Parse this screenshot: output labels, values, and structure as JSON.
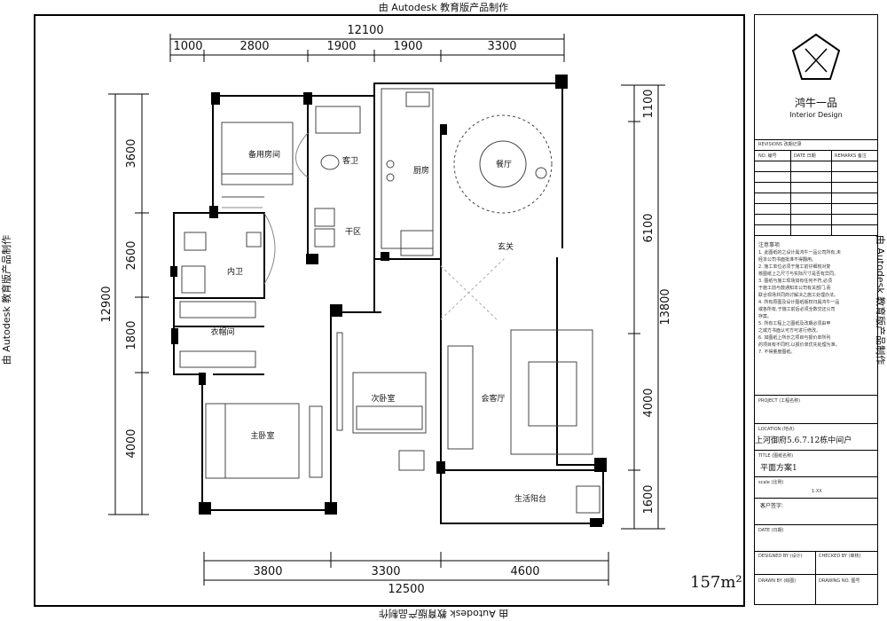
{
  "watermark": "由 Autodesk 教育版产品制作",
  "dimensions": {
    "top_total": "12100",
    "top": [
      "1000",
      "2800",
      "1900",
      "1900",
      "3300"
    ],
    "bottom_total": "12500",
    "bottom": [
      "3800",
      "3300",
      "4600"
    ],
    "left_total": "12900",
    "left": [
      "3600",
      "2600",
      "1800",
      "4000"
    ],
    "right_total": "13800",
    "right": [
      "1100",
      "6100",
      "4000",
      "1600"
    ]
  },
  "rooms": {
    "guest_bedroom": "备用房间",
    "guest_bath": "客卫",
    "kitchen": "厨房",
    "dining": "餐厅",
    "dry_area": "干区",
    "entry": "玄关",
    "inner_bath": "内卫",
    "cloakroom": "衣帽间",
    "second_bedroom": "次卧室",
    "living": "会客厅",
    "master_bedroom": "主卧室",
    "balcony": "生活阳台"
  },
  "area": "157m²",
  "titleblock": {
    "brand": "鸿牛一品",
    "brand_en": "Interior Design",
    "revisions": "REVISIONS 改期记录",
    "col_no": "NO. 编号",
    "col_date": "DATE 日期",
    "col_remarks": "REMARKS 备注",
    "notes_title": "注意事项",
    "notes": [
      "1. 此图纸的之设计属鸿牛一品公司所有,未",
      "经本公司书面批准不得翻用。",
      "2. 施工单位必须于施工前仔细核对复",
      "核图纸上之尺寸与实际尺寸是否有异同。",
      "3. 图纸与施工现场如有任何不符,必须",
      "于施工前与鼓通知本公司有关部门,而",
      "联合现场共同商讨解决之施工处理办法。",
      "4. 所有原图及设计图纸版权归属鸿牛一品",
      "或各所有,于施工前后必须全数交还公司",
      "存案。",
      "5. 所有工程上之图纸及改期必须由甲",
      "之或方书面认可方可进行修改。",
      "6. 如图纸上所示之项目与报价单所列",
      "的项目有不同时,以报价单优先处理为准。",
      "7. 不得量度图纸。"
    ],
    "project_label": "PROJECT (工程名称)",
    "location_label": "LOCATION (地点)",
    "location": "上河御府5.6.7.12栋中间户",
    "title_label": "TITLE (图纸名称)",
    "title": "平面方案1",
    "scale_label": "scale (比例)",
    "scale_value": "1:XX",
    "client_label": "客户签字:",
    "date_label": "DATE (日期)",
    "designed_label": "DESIGNED BY (设计)",
    "checked_label": "CHECKED BY (审核)",
    "drawn_label": "DRAWN BY (绘图)",
    "drawing_no_label": "DRAWING NO. 图号"
  }
}
